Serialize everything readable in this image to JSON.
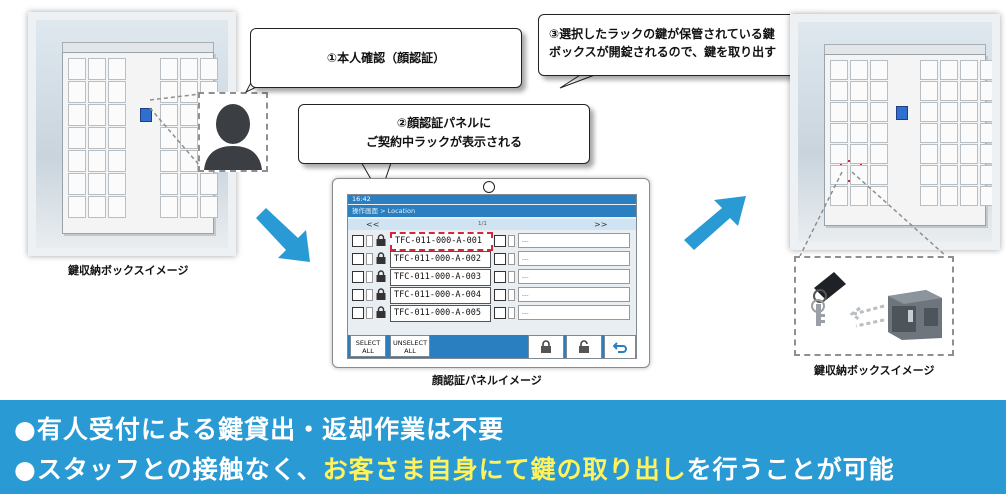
{
  "bubbles": {
    "step1": "①本人確認（顔認証）",
    "step2_line1": "②顔認証パネルに",
    "step2_line2": "ご契約中ラックが表示される",
    "step3_line1": "③選択したラックの鍵が保管されている鍵",
    "step3_line2": "ボックスが開錠されるので、鍵を取り出す"
  },
  "captions": {
    "left": "鍵収納ボックスイメージ",
    "center": "顔認証パネルイメージ",
    "right": "鍵収納ボックスイメージ"
  },
  "panel": {
    "time": "16:42",
    "header": "操作画面 > Location",
    "nav_prev": "<<",
    "nav_page": "1/1",
    "nav_next": ">>",
    "rows": [
      {
        "label": "TFC-011-000-A-001",
        "value": "---",
        "selected": true
      },
      {
        "label": "TFC-011-000-A-002",
        "value": "---",
        "selected": false
      },
      {
        "label": "TFC-011-000-A-003",
        "value": "---",
        "selected": false
      },
      {
        "label": "TFC-011-000-A-004",
        "value": "---",
        "selected": false
      },
      {
        "label": "TFC-011-000-A-005",
        "value": "---",
        "selected": false
      }
    ],
    "select_all_1": "SELECT",
    "select_all_2": "ALL",
    "unselect_all_1": "UNSELECT",
    "unselect_all_2": "ALL"
  },
  "banner": {
    "line1": "●有人受付による鍵貸出・返却作業は不要",
    "line2_a": "●スタッフとの接触なく、",
    "line2_hl": "お客さま自身にて鍵の取り出し",
    "line2_b": "を行うことが可能"
  },
  "colors": {
    "arrow": "#2a9ad4",
    "banner": "#2a9ad4",
    "highlight": "#fff25c",
    "selected_box": "#d0283c",
    "panel_header": "#2a7fc0"
  }
}
